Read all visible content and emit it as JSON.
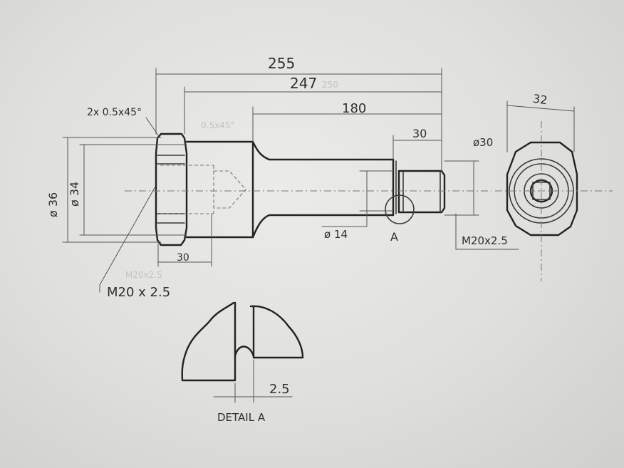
{
  "drawing": {
    "dimensions": {
      "overall_length": "255",
      "head_to_end_length": "247",
      "shank_length": "180",
      "pin_length": "30",
      "head_width": "32",
      "diameter_36": "ø 36",
      "diameter_34": "ø 34",
      "diameter_30": "ø30",
      "diameter_14": "ø 14",
      "thread_depth": "30",
      "groove_width": "2.5"
    },
    "notes": {
      "chamfer": "2x 0.5x45°",
      "thread_head": "M20 x 2.5",
      "thread_pin": "M20x2.5",
      "detail_marker": "A",
      "detail_title": "DETAIL A"
    }
  }
}
